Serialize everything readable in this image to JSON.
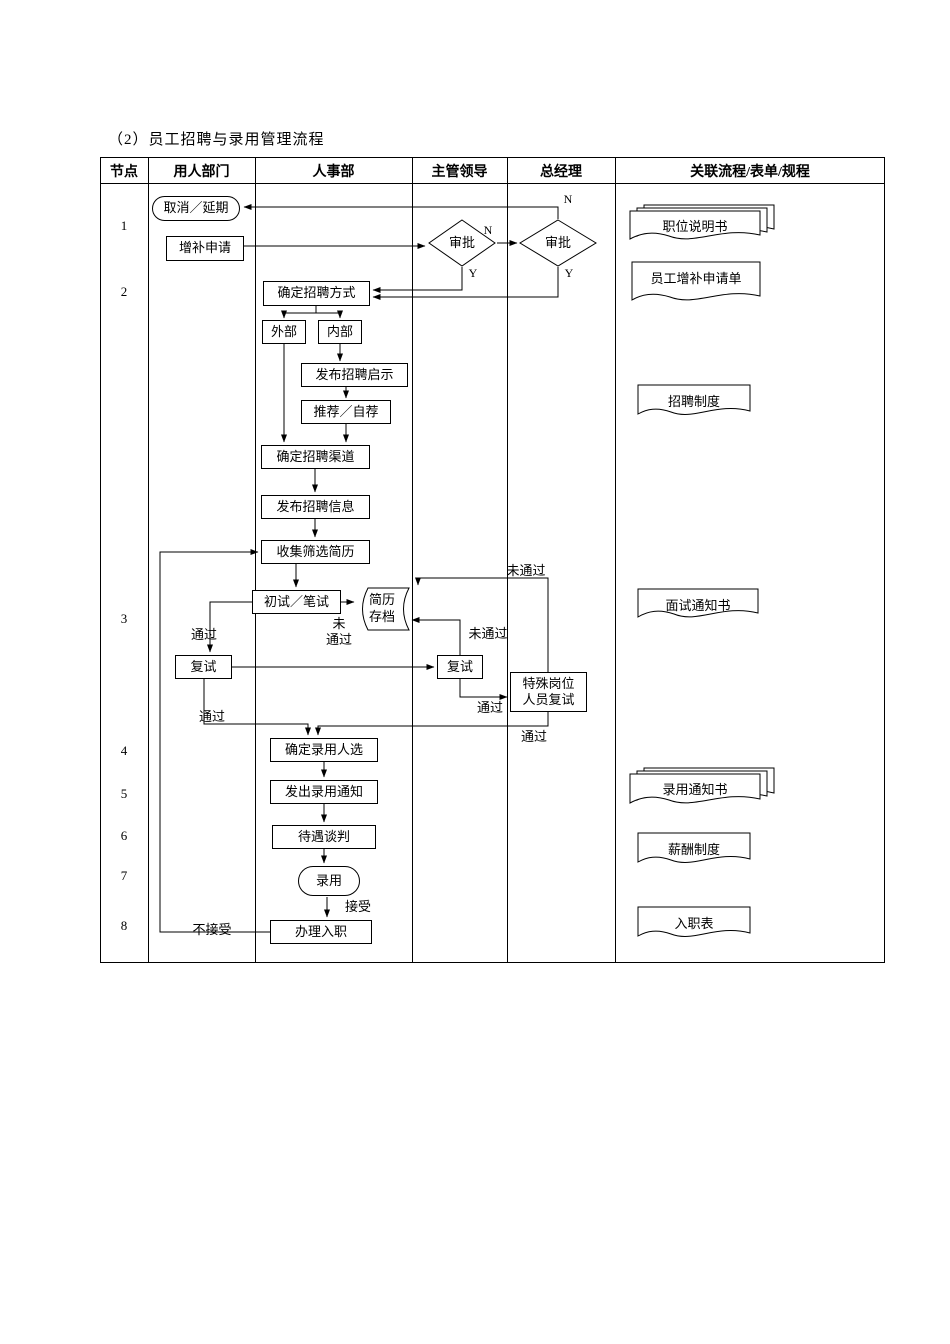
{
  "title": "（2）员工招聘与录用管理流程",
  "table": {
    "headers": [
      "节点",
      "用人部门",
      "人事部",
      "主管领导",
      "总经理",
      "关联流程/表单/规程"
    ],
    "node_numbers": [
      "1",
      "2",
      "3",
      "4",
      "5",
      "6",
      "7",
      "8"
    ]
  },
  "shapes": {
    "cancel": "取消／延期",
    "request": "增补申请",
    "approve_supervisor": "审批",
    "approve_gm": "审批",
    "decide_method": "确定招聘方式",
    "external": "外部",
    "internal": "内部",
    "publish_notice": "发布招聘启示",
    "recommend": "推荐／自荐",
    "decide_channel": "确定招聘渠道",
    "publish_info": "发布招聘信息",
    "collect_resumes": "收集筛选简历",
    "first_interview": "初试／笔试",
    "archive_line1": "简历",
    "archive_line2": "存档",
    "recheck_dept": "复试",
    "recheck_supervisor": "复试",
    "special_line1": "特殊岗位",
    "special_line2": "人员复试",
    "confirm_hire": "确定录用人选",
    "send_offer": "发出录用通知",
    "negotiate": "待遇谈判",
    "hire": "录用",
    "onboard": "办理入职"
  },
  "labels": {
    "n1": "N",
    "y1": "Y",
    "n2": "N",
    "y2": "Y",
    "pass1": "通过",
    "pass2": "通过",
    "pass3": "通过",
    "pass4": "通过",
    "fail1_line1": "未",
    "fail1_line2": "通过",
    "fail2": "未通过",
    "fail3": "未通过",
    "accept": "接受",
    "reject": "不接受"
  },
  "documents": {
    "job_description": "职位说明书",
    "supplement_form": "员工增补申请单",
    "recruit_policy": "招聘制度",
    "interview_notice": "面试通知书",
    "offer_letter": "录用通知书",
    "salary_policy": "薪酬制度",
    "onboard_form": "入职表"
  }
}
